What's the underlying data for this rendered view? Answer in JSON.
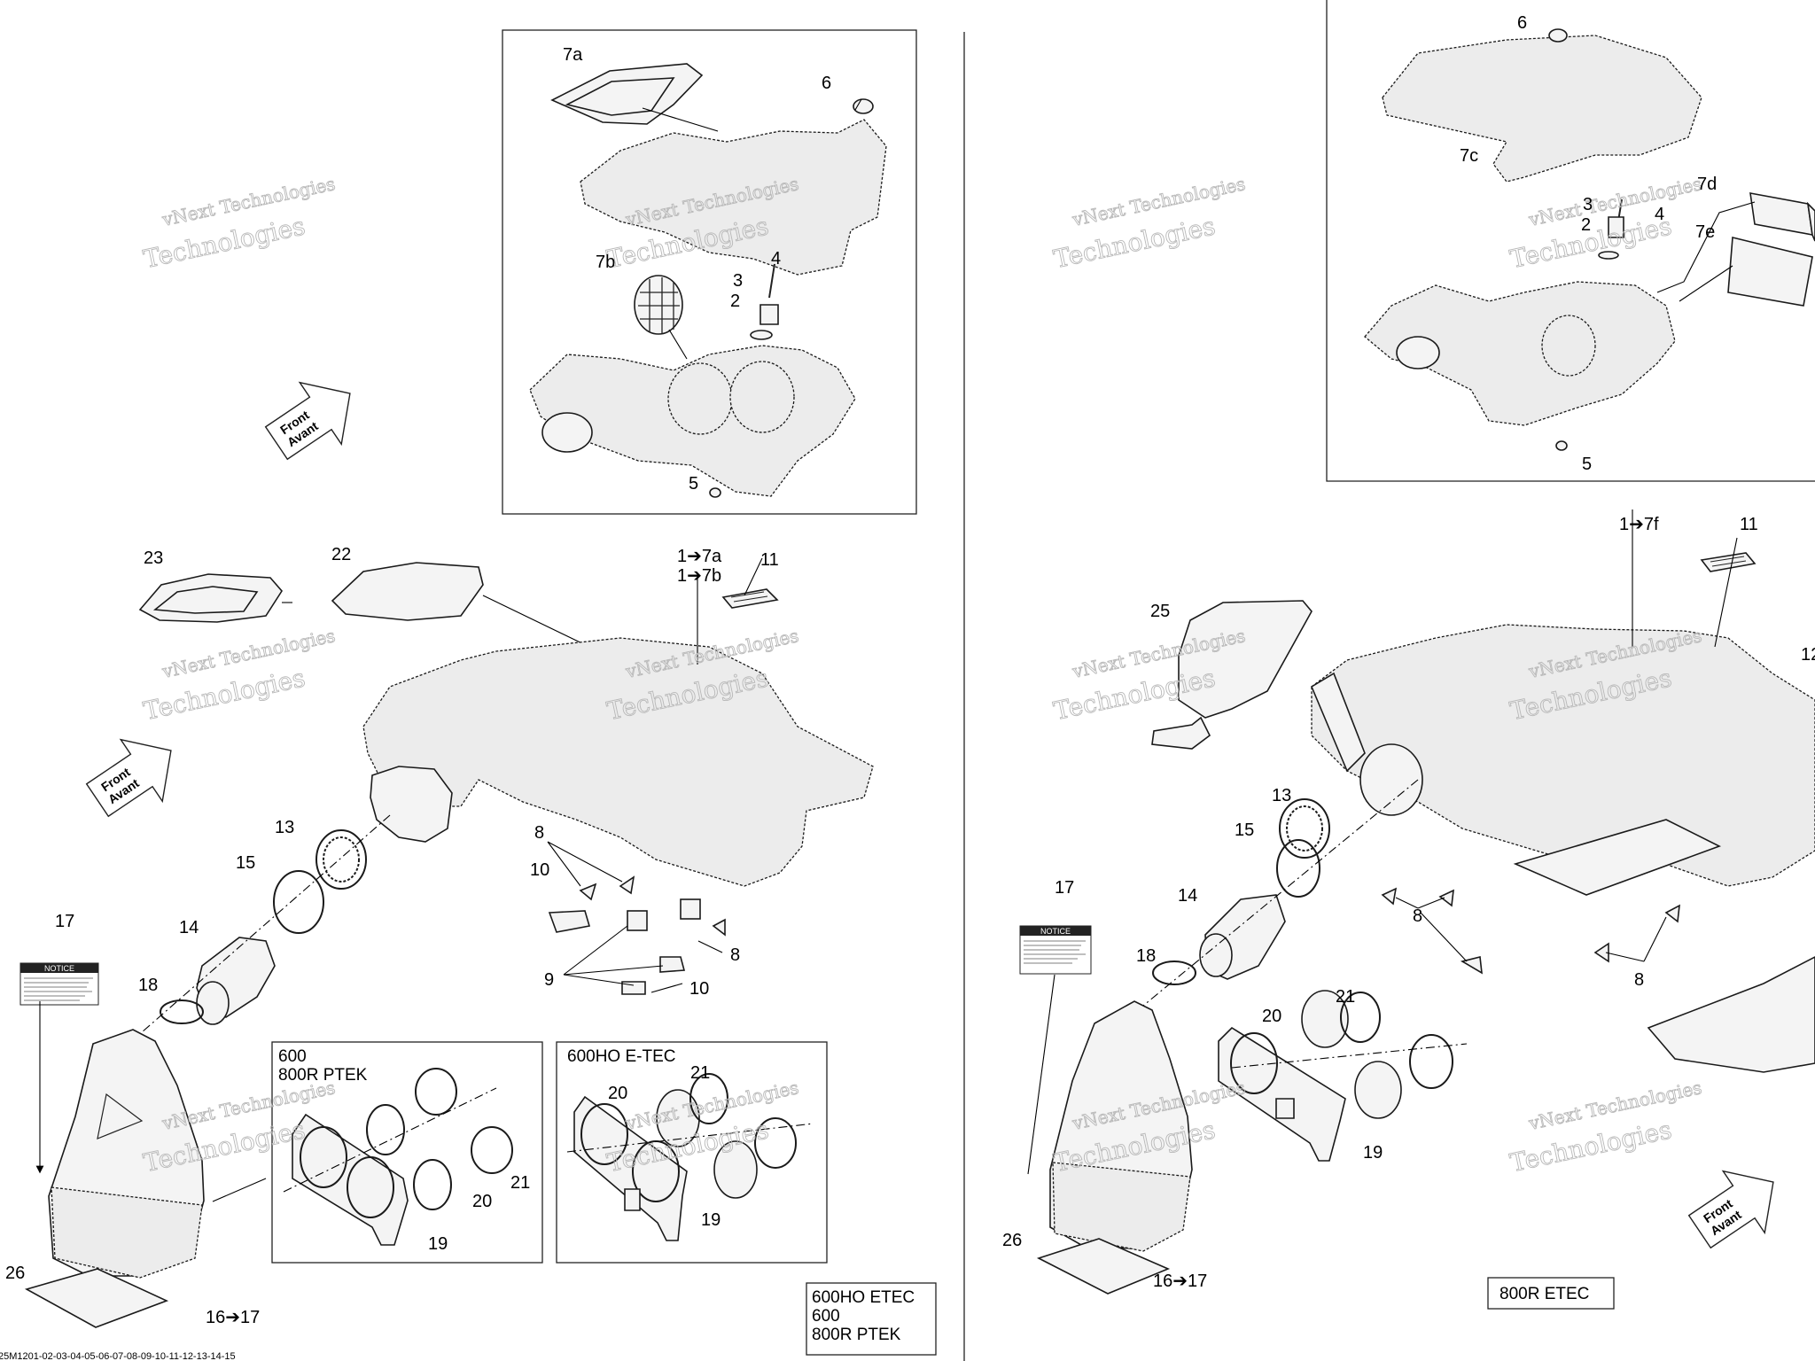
{
  "watermark": {
    "line1": "vNext Technologies",
    "line2": "Technologies"
  },
  "front_arrow": {
    "line1": "Front",
    "line2": "Avant"
  },
  "left": {
    "labels": {
      "l7a": "7a",
      "l6": "6",
      "l7b": "7b",
      "l4": "4",
      "l3": "3",
      "l2": "2",
      "l5": "5",
      "l1_7a": "1➔7a",
      "l1_7b": "1➔7b",
      "l11": "11",
      "l22": "22",
      "l23": "23",
      "l13": "13",
      "l15": "15",
      "l14": "14",
      "l17": "17",
      "l18": "18",
      "l8a": "8",
      "l10a": "10",
      "l9": "9",
      "l8b": "8",
      "l10b": "10",
      "l26": "26",
      "l16_17": "16➔17"
    },
    "box_600": {
      "title1": "600",
      "title2": "800R PTEK",
      "l20": "20",
      "l21": "21",
      "l19": "19"
    },
    "box_600ho": {
      "title": "600HO E-TEC",
      "l21": "21",
      "l20": "20",
      "l19": "19"
    },
    "models": [
      "600HO ETEC",
      "600",
      "800R PTEK"
    ]
  },
  "right": {
    "labels": {
      "l6": "6",
      "l7c": "7c",
      "l7d": "7d",
      "l7e": "7e",
      "l3": "3",
      "l4": "4",
      "l2": "2",
      "l5": "5",
      "l1_7f": "1➔7f",
      "l11": "11",
      "l12": "12",
      "l25": "25",
      "l13": "13",
      "l15": "15",
      "l14": "14",
      "l17": "17",
      "l18": "18",
      "l21": "21",
      "l20": "20",
      "l19": "19",
      "l8a": "8",
      "l8b": "8",
      "l26": "26",
      "l16_17": "16➔17"
    },
    "models": [
      "800R ETEC"
    ]
  },
  "notice_label": {
    "title": "NOTICE",
    "body": [
      "• To comply with noise regulations, this",
      "engine is designed to operate with an",
      "air intake silencer",
      "• Operation without air intake silencer",
      "or with modified or damaged silencer",
      "causes engine damage"
    ]
  },
  "footer_code": "25M1201-02-03-04-05-06-07-08-09-10-11-12-13-14-15"
}
